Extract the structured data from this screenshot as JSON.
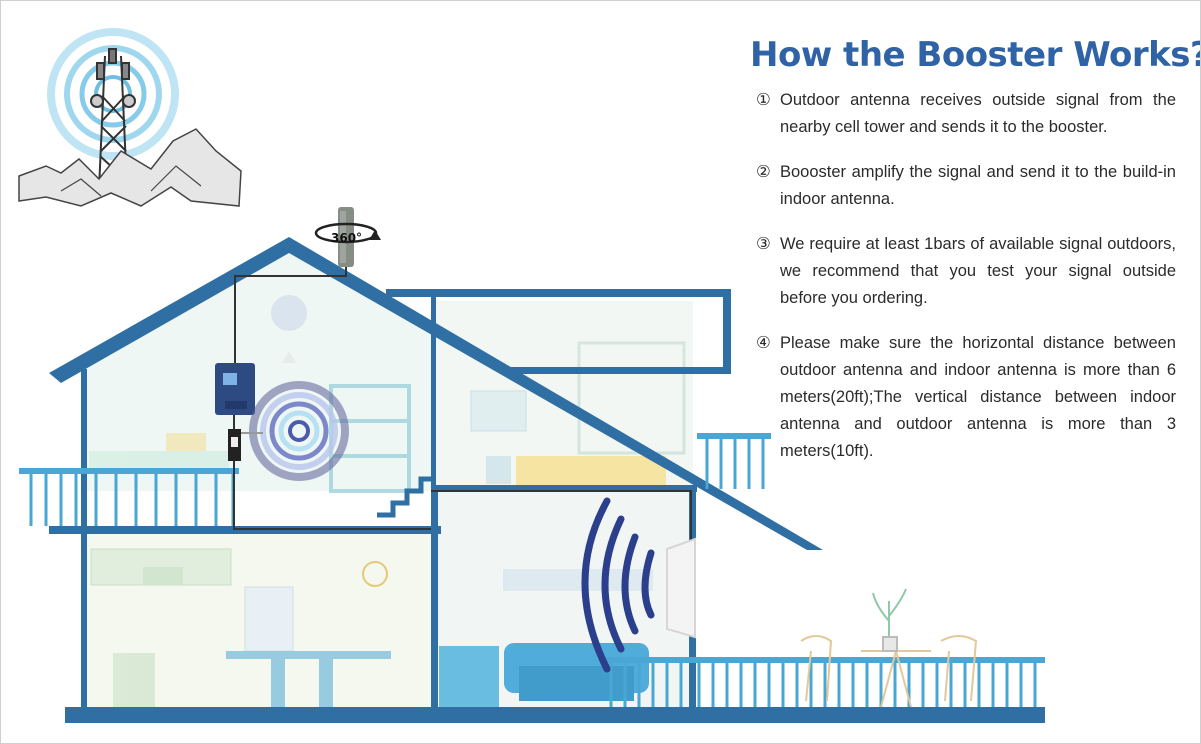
{
  "info": {
    "title": "How the Booster Works?",
    "steps": [
      {
        "num": "①",
        "text": "Outdoor antenna receives outside signal from the nearby cell tower and sends it to the booster."
      },
      {
        "num": "②",
        "text": "Boooster amplify the signal and send it to the build-in indoor antenna."
      },
      {
        "num": "③",
        "text": "We require at least 1bars of available signal outdoors, we recommend that you test your signal outside before you ordering."
      },
      {
        "num": "④",
        "text": "Please make sure the horizontal distance between outdoor antenna and indoor antenna is more than 6 meters(20ft);The vertical distance between indoor antenna and outdoor antenna is more than 3 meters(10ft)."
      }
    ]
  },
  "diagram": {
    "antenna_rotation_label": "360°",
    "colors": {
      "structure": "#2f6fa3",
      "rail": "#4aa6d3",
      "tower_signal": "#8fd0ec",
      "indoor_signal": "#2b3f8c",
      "booster": "#2d4a82",
      "cable": "#333333"
    }
  }
}
